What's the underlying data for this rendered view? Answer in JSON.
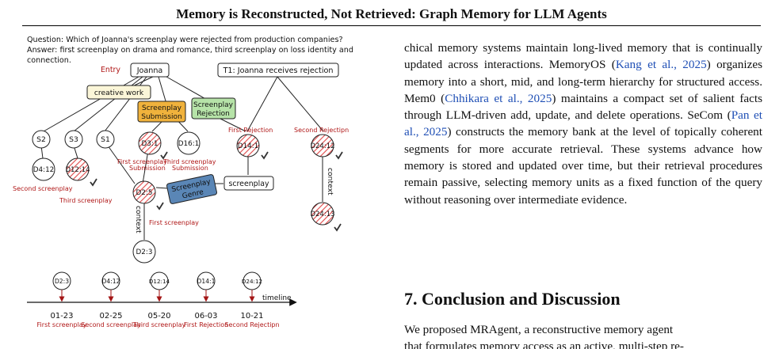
{
  "header": {
    "title": "Memory is Reconstructed, Not Retrieved: Graph Memory for LLM Agents"
  },
  "figure": {
    "question": "Question: Which of Joanna's screenplay were rejected from production companies?",
    "answer_line1": "Answer: first screenplay on drama and romance, third screenplay on loss identity and",
    "answer_line2": "connection.",
    "entry_label": "Entry",
    "nodes": {
      "joanna": "Joanna",
      "t1": "T1: Joanna receives rejection",
      "creative_work": "creative work",
      "submission_l1": "Screenplay",
      "submission_l2": "Submission",
      "rejection_l1": "Screenplay",
      "rejection_l2": "Rejection",
      "genre_l1": "Screenplay",
      "genre_l2": "Genre",
      "screenplay": "screenplay",
      "s2": "S2",
      "s3": "S3",
      "s1": "S1",
      "d3_1": "D3:1",
      "d16_1": "D16:1",
      "d14_1": "D14:1",
      "d24_12": "D24:12",
      "d4_12": "D4:12",
      "d12_14": "D12:14",
      "d2_5": "D2:5",
      "d2_3": "D2:3",
      "d24_13": "D24:13"
    },
    "annotations": {
      "first_rejection": "First Rejection",
      "second_rejectipn": "Second Rejectipn",
      "first_screenplay_sub_l1": "First screenplay",
      "first_screenplay_sub_l2": "Submission",
      "third_screenplay_sub_l1": "Third screenplay",
      "third_screenplay_sub_l2": "Submission",
      "second_screenplay": "Second screenplay",
      "third_screenplay": "Third screenplay",
      "first_screenplay": "First screenplay",
      "context": "context"
    },
    "timeline": {
      "label": "timeline",
      "nodes": [
        "D2:3",
        "D4:12",
        "D12:14",
        "D14:1",
        "D24:12"
      ],
      "dates": [
        "01-23",
        "02-25",
        "05-20",
        "06-03",
        "10-21"
      ],
      "captions": [
        "First screenplay",
        "Second screenplay",
        "Third screenplay",
        "First Rejection",
        "Second Rejectipn"
      ]
    },
    "colors": {
      "hatch": "#e04848",
      "submission": "#f0b23c",
      "rejection": "#b6e3a8",
      "genre": "#5a86b6",
      "creative": "#fbf6d8",
      "annotation": "#b01818"
    }
  },
  "text": {
    "p1_a": "chical memory systems maintain long-lived memory that is continually updated across interactions. MemoryOS (",
    "p1_cite1": "Kang et al., 2025",
    "p1_b": ") organizes memory into a short, mid, and long-term hierarchy for structured access. Mem0 (",
    "p1_cite2": "Chhikara et al., 2025",
    "p1_c": ") maintains a compact set of salient facts through LLM-driven add, update, and delete operations. SeCom (",
    "p1_cite3": "Pan et al., 2025",
    "p1_d": ") constructs the memory bank at the level of topically coherent segments for more accurate retrieval. These systems advance how memory is stored and updated over time, but their retrieval procedures remain passive, selecting memory units as a fixed function of the query without reasoning over intermediate evidence.",
    "section_heading": "7. Conclusion and Discussion",
    "p2": "We proposed MRAgent, a reconstructive memory agent",
    "p2_partial": "that formulates memory access as an active, multi-step re-"
  }
}
